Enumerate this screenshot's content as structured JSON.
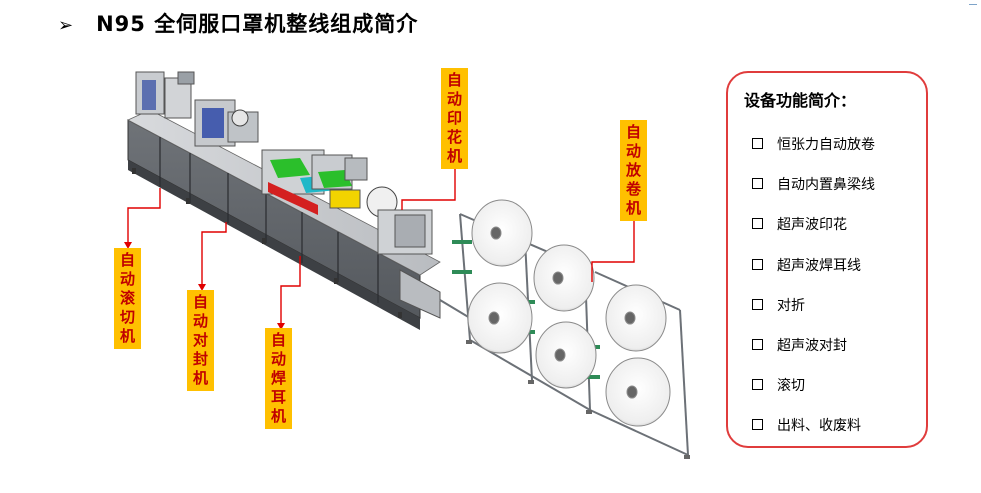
{
  "header": {
    "bullet": "➢",
    "title": "N95 全伺服口罩机整线组成简介"
  },
  "labels": {
    "printer": "自动印花机",
    "unwinder": "自动放卷机",
    "roller_cutter": "自动滚切机",
    "sealer": "自动对封机",
    "ear_welder": "自动焊耳机"
  },
  "panel": {
    "title": "设备功能简介：",
    "items": [
      "恒张力自动放卷",
      "自动内置鼻梁线",
      "超声波印花",
      "超声波焊耳线",
      "对折",
      "超声波对封",
      "滚切",
      "出料、收废料"
    ]
  },
  "colors": {
    "label_bg": "#ffc000",
    "label_text": "#c00000",
    "panel_border": "#e03c3c",
    "leader_line": "#e00000"
  }
}
